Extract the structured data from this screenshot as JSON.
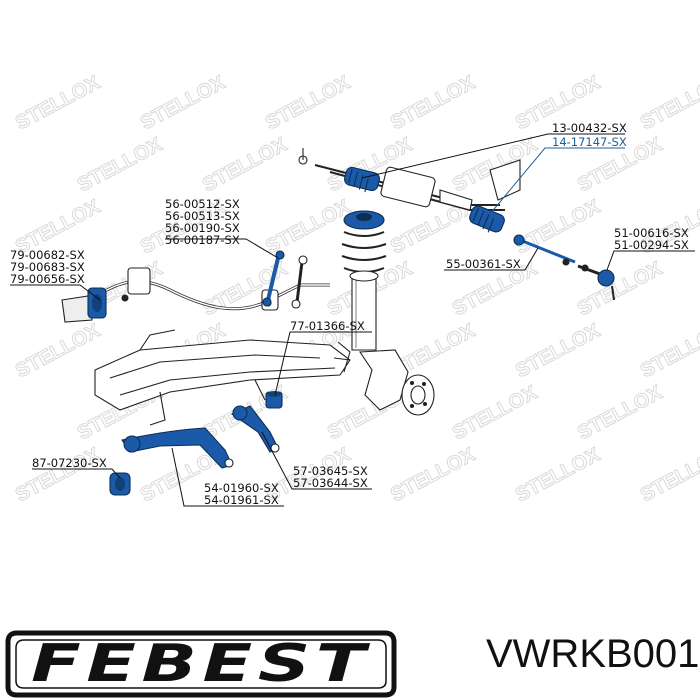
{
  "watermark": {
    "text": "STELLOX"
  },
  "brand": {
    "logo_text": "FEBEST"
  },
  "product_code": "VWRKB001",
  "labels": {
    "g13": [
      "13-00432-SX",
      "14-17147-SX"
    ],
    "g56": [
      "56-00512-SX",
      "56-00513-SX",
      "56-00190-SX",
      "56-00187-SX"
    ],
    "g79": [
      "79-00682-SX",
      "79-00683-SX",
      "79-00656-SX"
    ],
    "g51": [
      "51-00616-SX",
      "51-00294-SX"
    ],
    "g55": [
      "55-00361-SX"
    ],
    "g77": [
      "77-01366-SX"
    ],
    "g87": [
      "87-07230-SX"
    ],
    "g57": [
      "57-03645-SX",
      "57-03644-SX"
    ],
    "g54": [
      "54-01960-SX",
      "54-01961-SX"
    ]
  },
  "colors": {
    "accent_part": "#1a5aa8",
    "blue_label": "#1f5f9a",
    "line": "#111111",
    "watermark": "#d9d9d9"
  }
}
